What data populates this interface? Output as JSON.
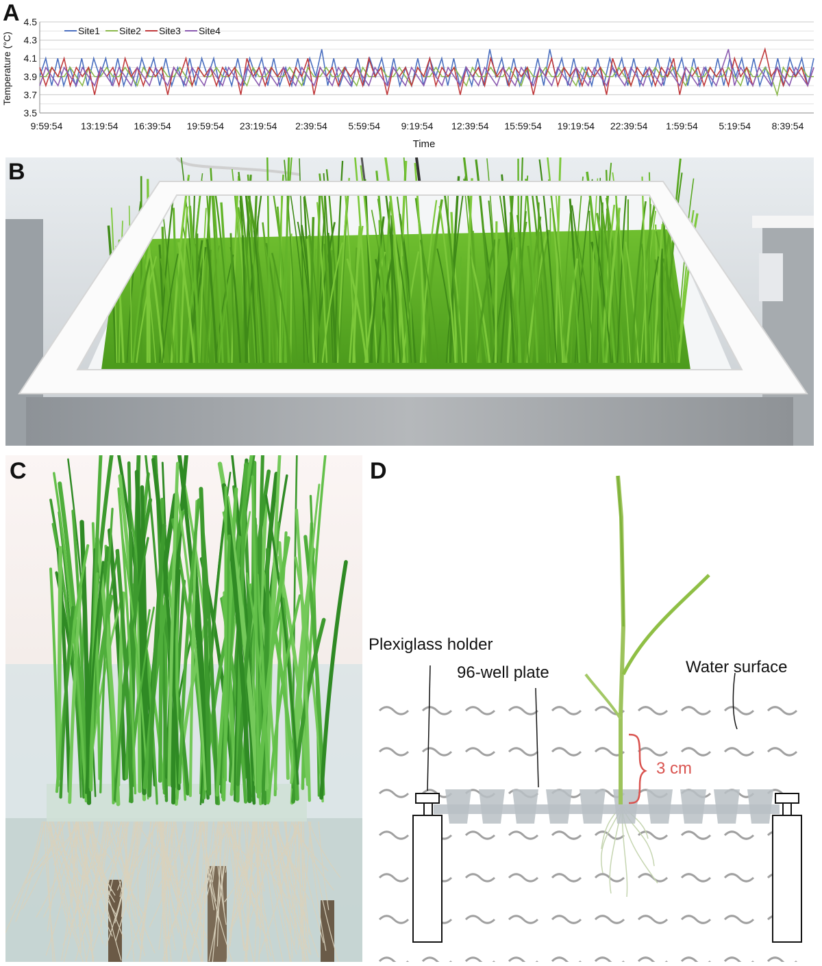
{
  "panels": {
    "a": {
      "letter": "A"
    },
    "b": {
      "letter": "B"
    },
    "c": {
      "letter": "C"
    },
    "d": {
      "letter": "D"
    }
  },
  "chart_data": {
    "type": "line",
    "xlabel": "Time",
    "ylabel": "Temperature (°C)",
    "ylim": [
      3.5,
      4.5
    ],
    "yticks": [
      "3.5",
      "3.7",
      "3.9",
      "4.1",
      "4.3",
      "4.5"
    ],
    "xticks": [
      "9:59:54",
      "13:19:54",
      "16:39:54",
      "19:59:54",
      "23:19:54",
      "2:39:54",
      "5:59:54",
      "9:19:54",
      "12:39:54",
      "15:59:54",
      "19:19:54",
      "22:39:54",
      "1:59:54",
      "5:19:54",
      "8:39:54"
    ],
    "grid": true,
    "legend_position": "top-left",
    "series": [
      {
        "name": "Site1",
        "color": "#4a6fc0",
        "values": [
          3.9,
          4.1,
          3.8,
          4.1,
          3.8,
          4.0,
          3.8,
          4.1,
          3.8,
          4.1,
          3.9,
          4.1,
          3.8,
          4.1,
          3.8,
          4.0,
          3.8,
          4.1,
          3.9,
          4.1,
          3.8,
          4.1,
          3.8,
          4.0,
          3.8,
          4.1,
          3.8,
          4.1,
          3.9,
          4.1,
          3.8,
          4.0,
          3.8,
          4.1,
          3.8,
          4.1,
          3.9,
          4.1,
          3.8,
          4.1,
          3.8,
          4.0,
          3.8,
          4.1,
          3.8,
          4.1,
          3.9,
          4.2,
          3.8,
          4.1,
          3.8,
          4.0,
          3.8,
          4.1,
          3.8,
          4.1,
          3.9,
          4.1,
          3.8,
          4.1,
          3.8,
          4.0,
          3.8,
          4.1,
          3.8,
          4.1,
          3.9,
          4.1,
          3.8,
          4.1,
          3.8,
          4.0,
          3.8,
          4.1,
          3.8,
          4.2,
          3.9,
          4.1,
          3.8,
          4.1,
          3.8,
          4.0,
          3.8,
          4.1,
          3.8,
          4.2,
          3.9,
          4.1,
          3.8,
          4.1,
          3.8,
          4.0,
          3.8,
          4.1,
          3.8,
          4.1,
          3.9,
          4.1,
          3.8,
          4.1,
          3.8,
          4.0,
          3.8,
          4.1,
          3.8,
          4.1,
          3.9,
          4.1,
          3.8,
          4.1,
          3.8,
          4.0,
          3.8,
          4.1,
          3.8,
          4.1,
          3.9,
          4.1,
          3.8,
          4.1,
          3.8,
          4.0,
          3.8,
          4.1,
          3.8,
          4.1,
          3.9,
          4.1,
          3.8,
          4.1
        ]
      },
      {
        "name": "Site2",
        "color": "#8ab84a",
        "values": [
          3.9,
          3.9,
          4.0,
          3.9,
          3.9,
          4.0,
          3.9,
          3.8,
          4.0,
          3.9,
          3.9,
          4.0,
          3.9,
          3.9,
          4.0,
          3.9,
          3.8,
          4.0,
          3.9,
          3.9,
          4.0,
          3.9,
          3.9,
          4.0,
          3.9,
          3.8,
          4.0,
          3.9,
          3.9,
          4.0,
          3.9,
          3.9,
          4.0,
          3.9,
          3.8,
          4.0,
          3.9,
          3.9,
          4.0,
          3.9,
          3.9,
          4.0,
          3.9,
          3.8,
          4.0,
          3.9,
          3.9,
          4.0,
          3.9,
          3.9,
          4.0,
          3.9,
          3.8,
          4.0,
          3.9,
          3.9,
          4.0,
          3.9,
          3.9,
          4.0,
          3.9,
          3.8,
          4.0,
          3.9,
          3.9,
          4.0,
          3.9,
          3.9,
          4.0,
          3.9,
          3.8,
          4.0,
          3.9,
          3.9,
          4.0,
          3.9,
          3.9,
          4.0,
          3.9,
          3.8,
          4.0,
          3.9,
          3.9,
          4.0,
          3.9,
          3.9,
          4.0,
          3.9,
          3.8,
          4.0,
          3.9,
          3.9,
          4.0,
          3.9,
          3.9,
          4.0,
          3.9,
          3.8,
          4.0,
          3.9,
          3.9,
          4.0,
          3.9,
          3.9,
          4.0,
          3.9,
          3.8,
          4.0,
          3.9,
          3.9,
          4.0,
          3.9,
          3.9,
          4.0,
          3.9,
          3.8,
          4.0,
          3.9,
          3.9,
          4.0,
          3.9,
          3.7,
          4.0,
          3.9,
          3.9,
          4.0,
          3.9,
          3.9
        ]
      },
      {
        "name": "Site3",
        "color": "#c0393b",
        "values": [
          4.0,
          3.8,
          4.0,
          3.9,
          4.1,
          3.8,
          4.0,
          3.9,
          4.0,
          3.7,
          4.0,
          3.9,
          4.0,
          3.8,
          4.1,
          3.9,
          4.0,
          3.8,
          4.0,
          3.9,
          4.0,
          3.7,
          4.0,
          3.9,
          4.1,
          3.8,
          4.0,
          3.9,
          4.0,
          3.8,
          4.0,
          3.9,
          4.0,
          3.7,
          4.1,
          3.9,
          4.0,
          3.8,
          4.0,
          3.9,
          4.0,
          3.8,
          4.0,
          3.9,
          4.1,
          3.7,
          4.0,
          3.9,
          4.0,
          3.8,
          4.0,
          3.9,
          4.0,
          3.8,
          4.1,
          3.9,
          4.0,
          3.7,
          4.0,
          3.9,
          4.0,
          3.8,
          4.0,
          3.9,
          4.1,
          3.8,
          4.0,
          3.9,
          4.0,
          3.7,
          4.0,
          3.9,
          4.0,
          3.8,
          4.1,
          3.9,
          4.0,
          3.8,
          4.0,
          3.9,
          4.0,
          3.7,
          4.0,
          3.9,
          4.1,
          3.8,
          4.0,
          3.9,
          4.0,
          3.8,
          4.0,
          3.9,
          4.0,
          3.7,
          4.1,
          3.9,
          4.0,
          3.8,
          4.0,
          3.9,
          4.0,
          3.8,
          4.0,
          3.9,
          4.1,
          3.7,
          4.0,
          3.9,
          4.0,
          3.8,
          4.0,
          3.9,
          4.0,
          3.8,
          4.1,
          3.9,
          4.0,
          3.8,
          4.0,
          4.2,
          3.9,
          4.0,
          3.8,
          4.0,
          3.9,
          4.0,
          3.8,
          4.0
        ]
      },
      {
        "name": "Site4",
        "color": "#8a5ab0",
        "values": [
          3.8,
          4.0,
          3.9,
          3.8,
          4.0,
          3.9,
          3.8,
          4.0,
          3.9,
          3.8,
          4.0,
          3.9,
          3.8,
          4.0,
          3.9,
          3.8,
          4.0,
          3.9,
          3.8,
          4.0,
          3.9,
          3.8,
          4.0,
          3.9,
          3.8,
          4.0,
          3.9,
          3.8,
          4.0,
          3.9,
          3.8,
          4.0,
          3.9,
          3.8,
          4.0,
          3.9,
          3.8,
          4.0,
          3.9,
          3.8,
          4.0,
          3.9,
          3.8,
          4.0,
          3.9,
          3.8,
          4.0,
          3.9,
          3.8,
          4.0,
          3.9,
          3.8,
          4.0,
          3.9,
          3.8,
          4.0,
          3.9,
          3.8,
          4.0,
          3.9,
          3.8,
          4.0,
          3.9,
          3.8,
          4.0,
          3.9,
          3.8,
          4.0,
          3.9,
          3.8,
          4.0,
          3.9,
          3.8,
          4.0,
          3.9,
          3.8,
          4.0,
          3.9,
          3.8,
          4.0,
          3.9,
          3.8,
          4.0,
          3.9,
          3.8,
          4.0,
          3.9,
          3.8,
          4.0,
          3.9,
          3.8,
          4.0,
          3.9,
          3.8,
          4.0,
          3.9,
          3.8,
          4.0,
          3.9,
          3.8,
          4.0,
          3.9,
          3.8,
          4.0,
          3.9,
          3.8,
          4.0,
          3.9,
          3.8,
          4.0,
          3.9,
          3.8,
          4.0,
          4.2,
          3.8,
          4.0,
          3.9,
          3.8,
          4.0,
          3.9,
          3.8,
          4.0,
          3.9,
          3.8,
          4.0,
          3.9,
          3.8,
          4.0
        ]
      }
    ]
  },
  "diagram": {
    "plexiglass_label": "Plexiglass holder",
    "plate_label": "96-well plate",
    "water_label": "Water surface",
    "distance_label": "3 cm",
    "distance_color": "#d9534f"
  }
}
